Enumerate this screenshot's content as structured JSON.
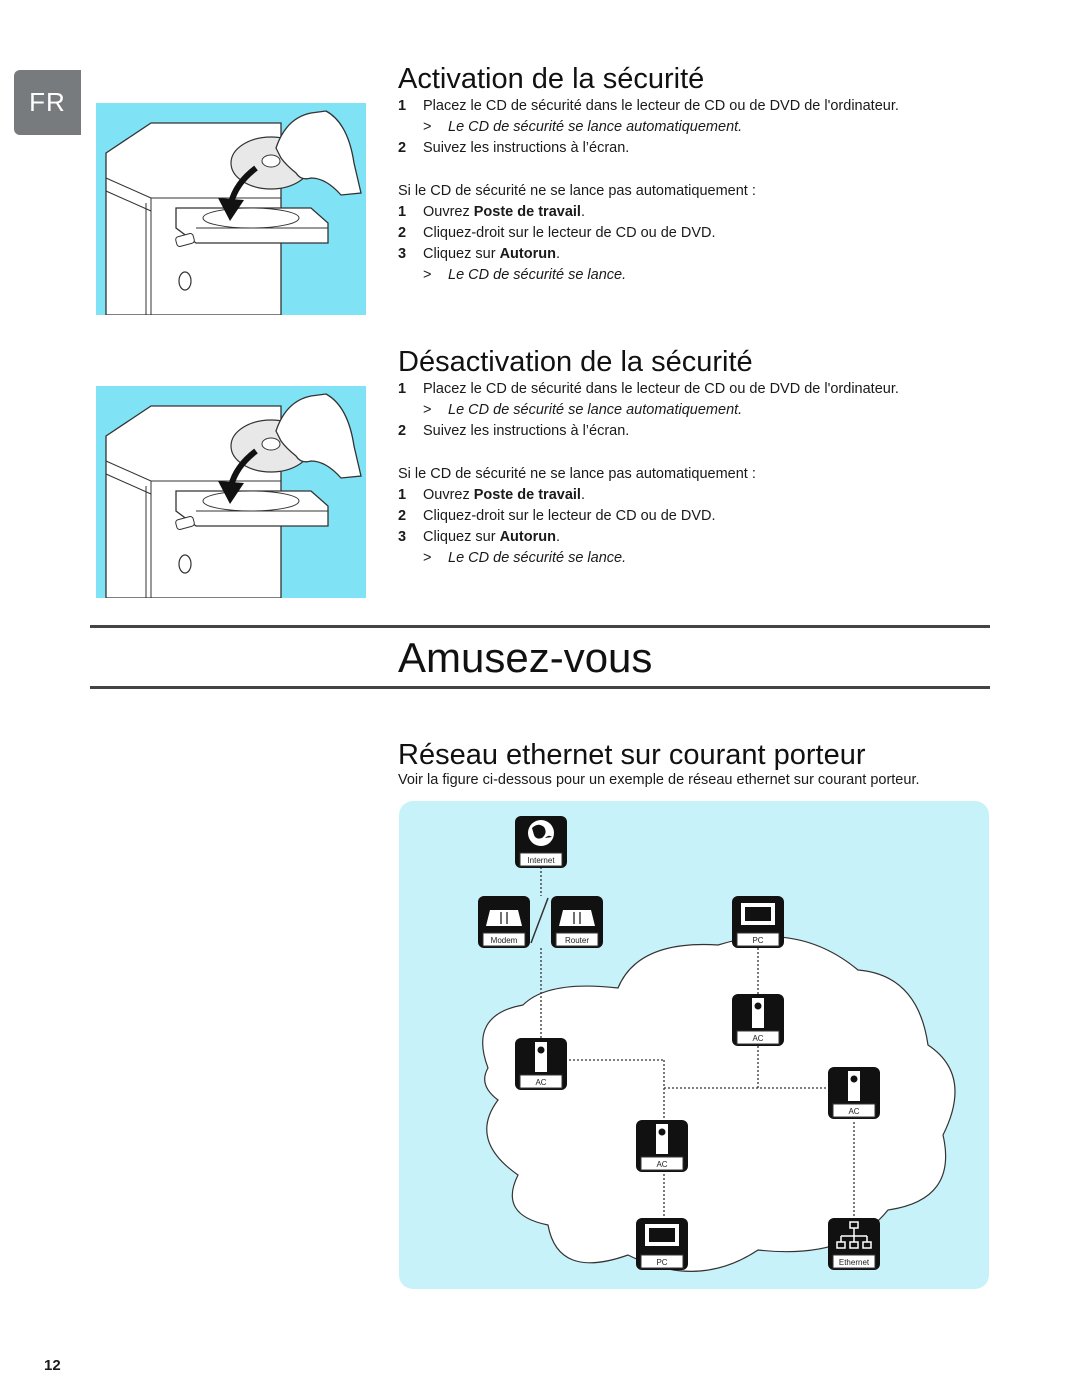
{
  "tab_label": "FR",
  "activation": {
    "title": "Activation de la sécurité",
    "step1_num": "1",
    "step1_text": "Placez le CD de sécurité dans le lecteur de CD ou de DVD de l'ordinateur.",
    "result1_marker": ">",
    "result1_text": "Le CD de sécurité se lance automatiquement.",
    "step2_num": "2",
    "step2_text": "Suivez les instructions à l’écran.",
    "fallback_intro": "Si le CD de sécurité ne se lance pas automatiquement :",
    "alt1_num": "1",
    "alt1_prefix": "Ouvrez ",
    "alt1_bold": "Poste de travail",
    "alt1_suffix": ".",
    "alt2_num": "2",
    "alt2_text": "Cliquez-droit sur le lecteur de CD ou de DVD.",
    "alt3_num": "3",
    "alt3_prefix": "Cliquez sur ",
    "alt3_bold": "Autorun",
    "alt3_suffix": ".",
    "result2_marker": ">",
    "result2_text": "Le CD de sécurité se lance."
  },
  "deactivation": {
    "title": "Désactivation de la sécurité",
    "step1_num": "1",
    "step1_text": "Placez le CD de sécurité dans le lecteur de CD ou de DVD de l'ordinateur.",
    "result1_marker": ">",
    "result1_text": "Le CD de sécurité se lance automatiquement.",
    "step2_num": "2",
    "step2_text": "Suivez les instructions à l’écran.",
    "fallback_intro": "Si le CD de sécurité ne se lance pas automatiquement :",
    "alt1_num": "1",
    "alt1_prefix": "Ouvrez ",
    "alt1_bold": "Poste de travail",
    "alt1_suffix": ".",
    "alt2_num": "2",
    "alt2_text": "Cliquez-droit sur le lecteur de CD ou de DVD.",
    "alt3_num": "3",
    "alt3_prefix": "Cliquez sur ",
    "alt3_bold": "Autorun",
    "alt3_suffix": ".",
    "result2_marker": ">",
    "result2_text": "Le CD de sécurité se lance."
  },
  "fun_title": "Amusez-vous",
  "network": {
    "title": "Réseau ethernet sur courant porteur",
    "intro": "Voir la figure ci-dessous pour un exemple de réseau ethernet sur courant porteur.",
    "labels": {
      "internet": "Internet",
      "modem": "Modem",
      "router": "Router",
      "pc_top": "PC",
      "ac_center": "AC",
      "ac_left": "AC",
      "ac_right": "AC",
      "ac_bottom": "AC",
      "pc_bottom": "PC",
      "ethernet": "Ethernet"
    }
  },
  "colors": {
    "illustration_bg": "#7fe3f5",
    "diagram_bg": "#c8f2f9",
    "tab_bg": "#777b7e"
  },
  "page_number": "12"
}
